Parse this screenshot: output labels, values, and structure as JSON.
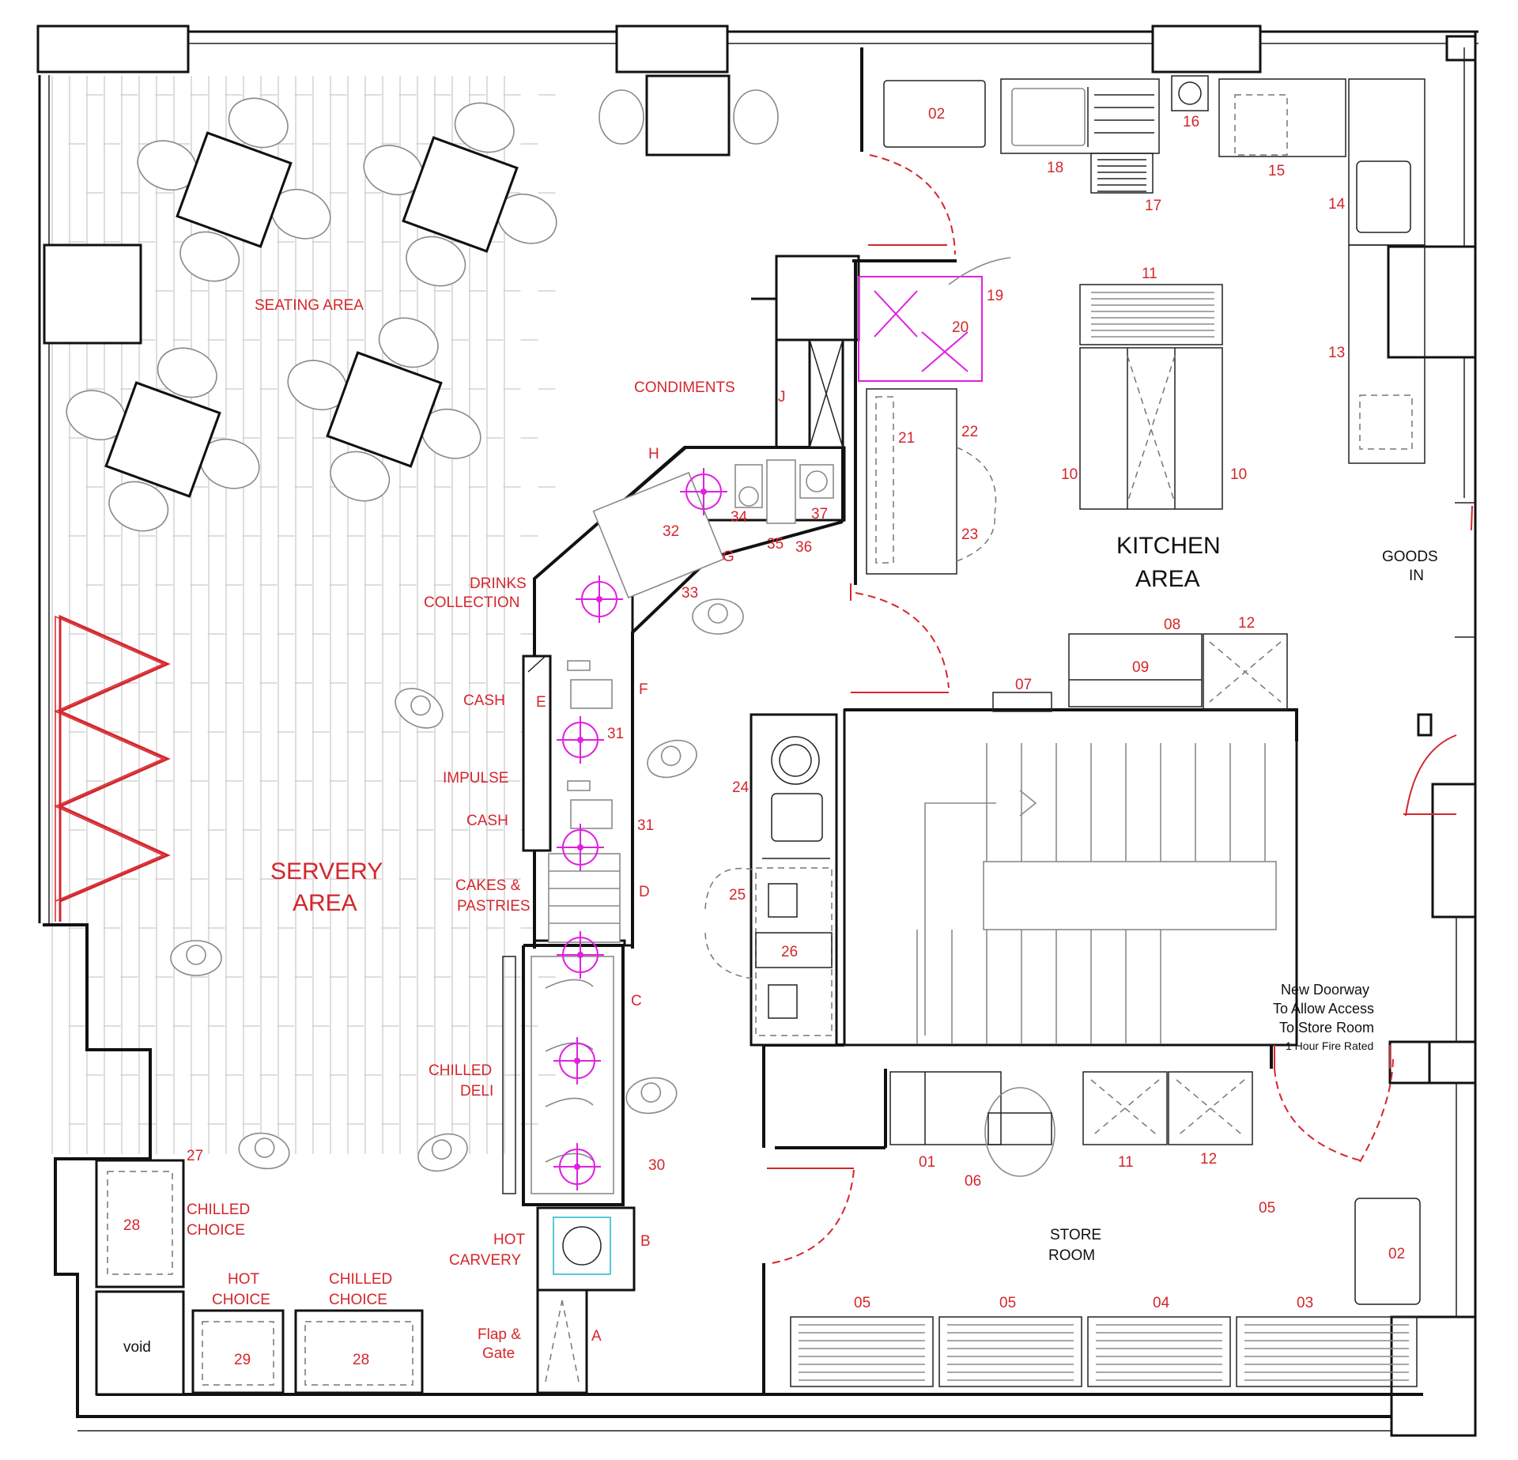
{
  "areas": {
    "seating": "SEATING AREA",
    "servery_1": "SERVERY",
    "servery_2": "AREA",
    "kitchen_1": "KITCHEN",
    "kitchen_2": "AREA",
    "goods_1": "GOODS",
    "goods_2": "IN",
    "store_1": "STORE",
    "store_2": "ROOM",
    "void": "void"
  },
  "zones": {
    "condiments": "CONDIMENTS",
    "drinks_1": "DRINKS",
    "drinks_2": "COLLECTION",
    "cash_1": "CASH",
    "impulse": "IMPULSE",
    "cash_2": "CASH",
    "cakes_1": "CAKES &",
    "cakes_2": "PASTRIES",
    "deli_1": "CHILLED",
    "deli_2": "DELI",
    "carvery_1": "HOT",
    "carvery_2": "CARVERY",
    "flap_1": "Flap &",
    "flap_2": "Gate",
    "chilled_choice_a_1": "CHILLED",
    "chilled_choice_a_2": "CHOICE",
    "hot_choice_1": "HOT",
    "hot_choice_2": "CHOICE",
    "chilled_choice_b_1": "CHILLED",
    "chilled_choice_b_2": "CHOICE"
  },
  "counter_letters": {
    "a": "A",
    "b": "B",
    "c": "C",
    "d": "D",
    "e": "E",
    "f": "F",
    "g": "G",
    "h": "H",
    "j": "J"
  },
  "equipment": {
    "n01": "01",
    "n02a": "02",
    "n02b": "02",
    "n03": "03",
    "n04": "04",
    "n05a": "05",
    "n05b": "05",
    "n05c": "05",
    "n06": "06",
    "n07": "07",
    "n08": "08",
    "n09": "09",
    "n10a": "10",
    "n10b": "10",
    "n11a": "11",
    "n11b": "11",
    "n12a": "12",
    "n12b": "12",
    "n13": "13",
    "n14": "14",
    "n15": "15",
    "n16": "16",
    "n17": "17",
    "n18": "18",
    "n19": "19",
    "n20": "20",
    "n21": "21",
    "n22": "22",
    "n23": "23",
    "n24": "24",
    "n25": "25",
    "n26": "26",
    "n27": "27",
    "n28a": "28",
    "n28b": "28",
    "n29": "29",
    "n30": "30",
    "n31a": "31",
    "n31b": "31",
    "n32": "32",
    "n33": "33",
    "n34": "34",
    "n35": "35",
    "n36": "36",
    "n37": "37"
  },
  "notes": {
    "doorway_1": "New Doorway",
    "doorway_2": "To Allow Access",
    "doorway_3": "To Store Room",
    "doorway_4": "1 Hour Fire Rated"
  },
  "colors": {
    "label_red": "#d4262b",
    "service_magenta": "#e020e0",
    "wall_black": "#111111"
  }
}
